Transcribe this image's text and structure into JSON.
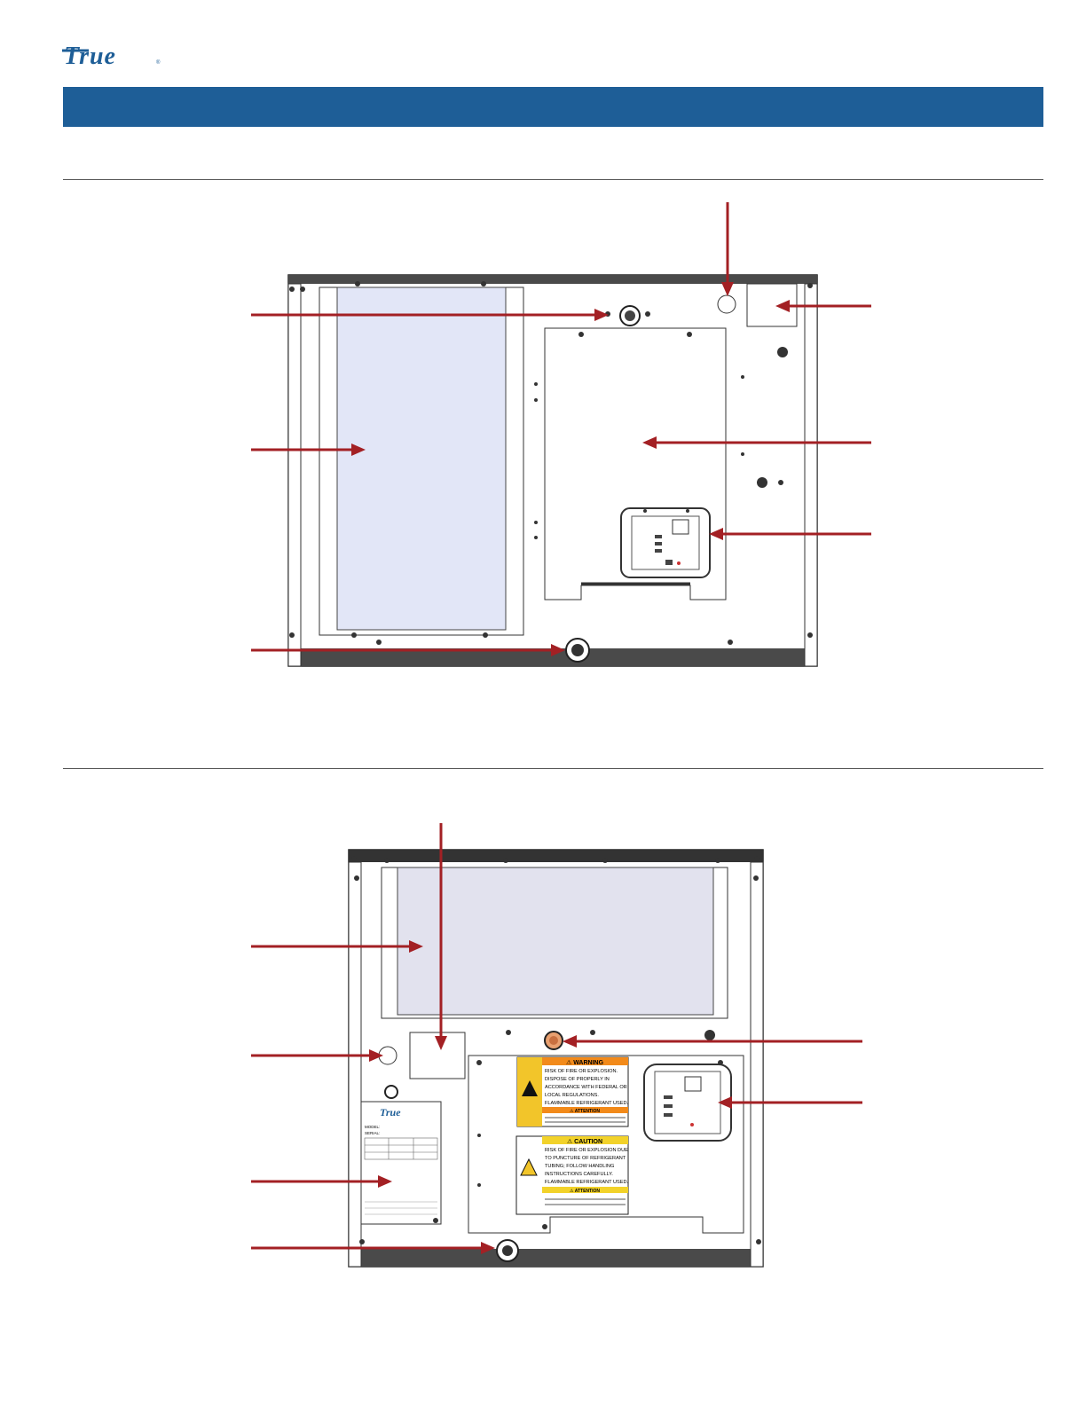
{
  "brand": {
    "logo_text": "True",
    "header_color": "#1e5e97",
    "arrow_color": "#a32024"
  },
  "figure2": {
    "warning_label": {
      "header": "⚠ WARNING",
      "lines": [
        "RISK OF FIRE OR EXPLOSION.",
        "DISPOSE OF PROPERLY IN",
        "ACCORDANCE WITH FEDERAL OR",
        "LOCAL REGULATIONS.",
        "FLAMMABLE REFRIGERANT USED."
      ],
      "sub_header": "⚠ ATTENTION"
    },
    "caution_label": {
      "header": "⚠ CAUTION",
      "lines": [
        "RISK OF FIRE OR EXPLOSION DUE",
        "TO PUNCTURE OF REFRIGERANT",
        "TUBING; FOLLOW HANDLING",
        "INSTRUCTIONS CAREFULLY.",
        "FLAMMABLE REFRIGERANT USED."
      ],
      "sub_header": "⚠ ATTENTION"
    },
    "data_plate": {
      "logo_text": "True",
      "model_label": "MODEL:",
      "serial_label": "SERIAL:"
    }
  }
}
